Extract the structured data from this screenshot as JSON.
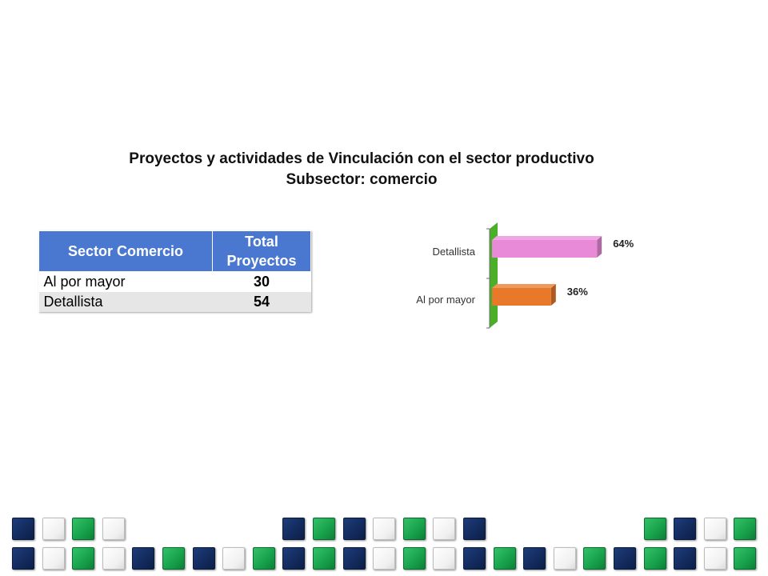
{
  "title": {
    "line1": "Proyectos y actividades de Vinculación con el sector productivo",
    "line2": "Subsector: comercio"
  },
  "table": {
    "headers": [
      "Sector Comercio",
      "Total Proyectos"
    ],
    "rows": [
      {
        "label": "Al por mayor",
        "value": "30"
      },
      {
        "label": "Detallista",
        "value": "54"
      }
    ]
  },
  "chart_data": {
    "type": "bar",
    "orientation": "horizontal",
    "categories": [
      "Detallista",
      "Al por mayor"
    ],
    "values": [
      64,
      36
    ],
    "data_labels": [
      "64%",
      "36%"
    ],
    "bar_colors": [
      "#e88ad8",
      "#e8782a"
    ],
    "axis_color": "#4caf2a",
    "xlim": [
      0,
      100
    ]
  },
  "decor": {
    "colors": {
      "navy": "#15306a",
      "green": "#1aa04c",
      "white": "#f4f4f4"
    },
    "row_top": [
      "navy",
      "white",
      "green",
      "white",
      "",
      "",
      "",
      "",
      "",
      "navy",
      "green",
      "navy",
      "white",
      "green",
      "white",
      "navy",
      "",
      "",
      "",
      "",
      "",
      "green",
      "navy",
      "white",
      "green"
    ],
    "row_bottom": [
      "navy",
      "white",
      "green",
      "white",
      "navy",
      "green",
      "navy",
      "white",
      "green",
      "navy",
      "green",
      "navy",
      "white",
      "green",
      "white",
      "navy",
      "green",
      "navy",
      "white",
      "green",
      "navy",
      "green",
      "navy",
      "white",
      "green"
    ]
  }
}
